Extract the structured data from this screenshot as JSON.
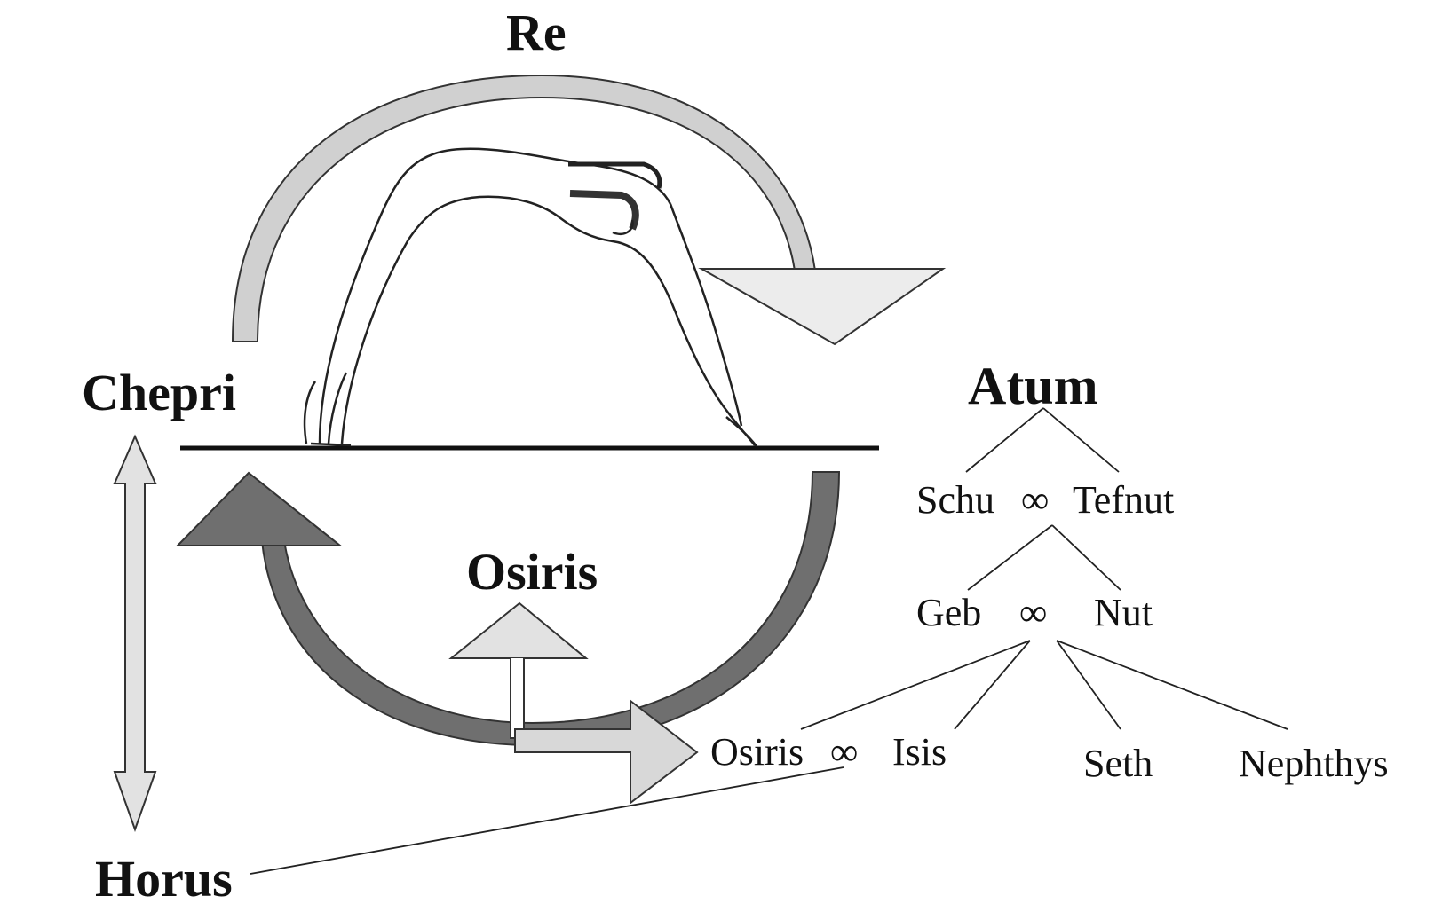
{
  "labels": {
    "re": "Re",
    "chepri": "Chepri",
    "osiris_center": "Osiris",
    "horus": "Horus",
    "atum": "Atum"
  },
  "genealogy": {
    "schu": "Schu",
    "tefnut": "Tefnut",
    "geb": "Geb",
    "nut": "Nut",
    "osiris": "Osiris",
    "isis": "Isis",
    "seth": "Seth",
    "nephthys": "Nephthys",
    "union_symbol": "∞"
  },
  "colors": {
    "light_arrow": "#e6e6e6",
    "mid_arrow": "#c9c9c9",
    "dark_arrow": "#6f6f6f",
    "ink": "#111111"
  }
}
